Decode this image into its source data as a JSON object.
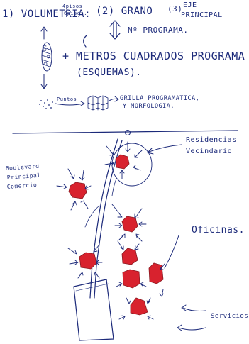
{
  "header": {
    "item1": "1) VOLUMETRIA:",
    "item1_note_a": "4pisos",
    "item1_note_b": "6pisos.",
    "item2": "(2) GRANO",
    "item3_num": "(3)",
    "item3_line1": "EJE",
    "item3_line2": "PRINCIPAL",
    "programa": "Nº PROGRAMA.",
    "metros_line1": "+ METROS CUADRADOS PROGRAMA",
    "metros_line2": "(ESQUEMAS).",
    "puntos": "Puntos",
    "grilla_line1": "GRILLA PROGRAMATICA,",
    "grilla_line2": "Y MORFOLOGIA."
  },
  "diagram": {
    "boulevard_line1": "Boulevard",
    "boulevard_line2": "Principal",
    "boulevard_line3": "Comercio",
    "residencias_line1": "Residencias",
    "residencias_line2": "Vecindario",
    "oficinas": "Oficinas.",
    "servicios": "Servicios"
  },
  "colors": {
    "ink": "#1c2a7a",
    "program_blocks": "#d8222e"
  }
}
